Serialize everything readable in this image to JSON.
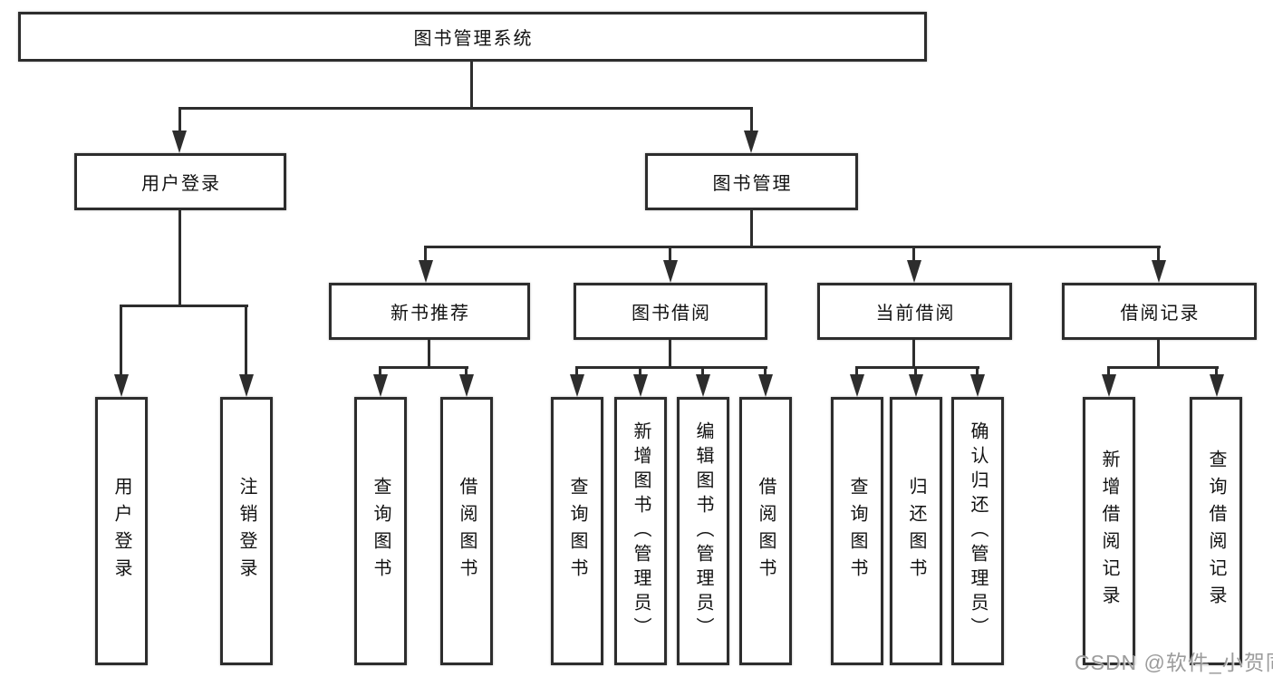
{
  "diagram": {
    "title": "图书管理系统",
    "root": {
      "label": "图书管理系统"
    },
    "level2": [
      {
        "label": "用户登录"
      },
      {
        "label": "图书管理"
      }
    ],
    "level3": [
      {
        "parent": "图书管理",
        "label": "新书推荐"
      },
      {
        "parent": "图书管理",
        "label": "图书借阅"
      },
      {
        "parent": "图书管理",
        "label": "当前借阅"
      },
      {
        "parent": "图书管理",
        "label": "借阅记录"
      }
    ],
    "leaves": [
      {
        "parent": "用户登录",
        "label": "用户登录"
      },
      {
        "parent": "用户登录",
        "label": "注销登录"
      },
      {
        "parent": "新书推荐",
        "label": "查询图书"
      },
      {
        "parent": "新书推荐",
        "label": "借阅图书"
      },
      {
        "parent": "图书借阅",
        "label": "查询图书"
      },
      {
        "parent": "图书借阅",
        "label": "新增图书（管理员）"
      },
      {
        "parent": "图书借阅",
        "label": "编辑图书（管理员）"
      },
      {
        "parent": "图书借阅",
        "label": "借阅图书"
      },
      {
        "parent": "当前借阅",
        "label": "查询图书"
      },
      {
        "parent": "当前借阅",
        "label": "归还图书"
      },
      {
        "parent": "当前借阅",
        "label": "确认归还（管理员）"
      },
      {
        "parent": "借阅记录",
        "label": "新增借阅记录"
      },
      {
        "parent": "借阅记录",
        "label": "查询借阅记录"
      }
    ]
  },
  "watermark": {
    "text": "CSDN @软件_小贺同学"
  },
  "colors": {
    "line": "#2d2d2d",
    "text": "#121212",
    "background": "#ffffff",
    "watermark": "#949494"
  }
}
